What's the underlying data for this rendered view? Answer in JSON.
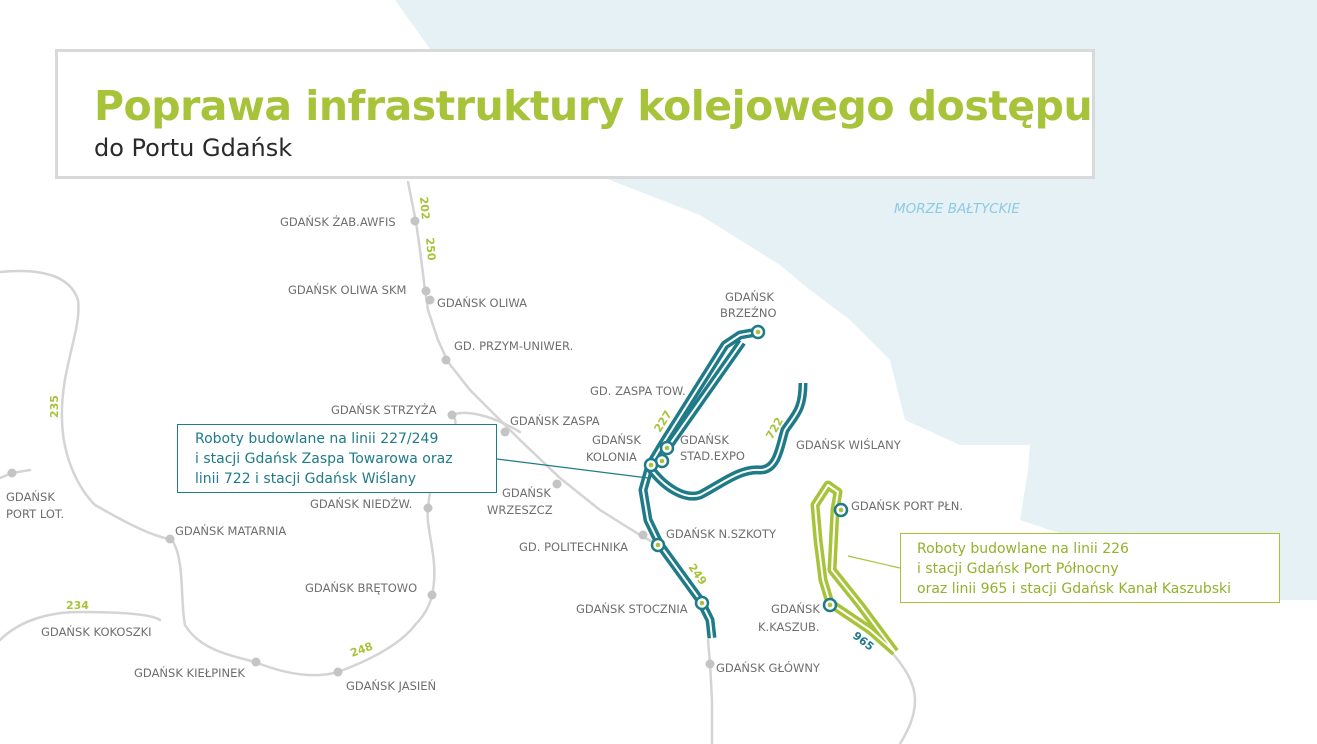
{
  "title": {
    "main": "Poprawa infrastruktury kolejowego dostępu",
    "sub": "do Portu Gdańsk"
  },
  "sea_label": "MORZE BAŁTYCKIE",
  "colors": {
    "teal": "#1f7b88",
    "green": "#a7c33a",
    "sea": "#e6f1f6",
    "gray_line": "#d4d4d4",
    "station_gray": "#c4c4c4"
  },
  "line_numbers": {
    "n202": "202",
    "n250": "250",
    "n235": "235",
    "n234": "234",
    "n248": "248",
    "n227": "227",
    "n722": "722",
    "n249": "249",
    "n965": "965"
  },
  "stations": {
    "zab_awfis": "GDAŃSK ŻAB.AWFIS",
    "oliwa_skm": "GDAŃSK OLIWA SKM",
    "oliwa": "GDAŃSK OLIWA",
    "przym": "GD. PRZYM-UNIWER.",
    "strzyza": "GDAŃSK STRZYŻA",
    "zaspa": "GDAŃSK ZASPA",
    "niedzw": "GDAŃSK NIEDŹW.",
    "wrzeszcz_1": "GDAŃSK",
    "wrzeszcz_2": "WRZESZCZ",
    "port_lot_1": "GDAŃSK",
    "port_lot_2": "PORT LOT.",
    "matarnia": "GDAŃSK MATARNIA",
    "bretowo": "GDAŃSK BRĘTOWO",
    "kokoszki": "GDAŃSK KOKOSZKI",
    "kielpinek": "GDAŃSK KIEŁPINEK",
    "jasien": "GDAŃSK JASIEŃ",
    "brzezno_1": "GDAŃSK",
    "brzezno_2": "BRZEŹNO",
    "zaspa_tow": "GD. ZASPA TOW.",
    "kolonia_1": "GDAŃSK",
    "kolonia_2": "KOLONIA",
    "stad_1": "GDAŃSK",
    "stad_2": "STAD.EXPO",
    "wislany": "GDAŃSK WIŚLANY",
    "nszkoty": "GDAŃSK N.SZKOTY",
    "politechnika": "GD. POLITECHNIKA",
    "stocznia": "GDAŃSK STOCZNIA",
    "glowny": "GDAŃSK GŁÓWNY",
    "port_pln": "GDAŃSK PORT PŁN.",
    "kaszub_1": "GDAŃSK",
    "kaszub_2": "K.KASZUB."
  },
  "callouts": {
    "teal": [
      "Roboty budowlane na linii 227/249",
      "i stacji Gdańsk Zaspa Towarowa oraz",
      "linii 722 i stacji Gdańsk Wiślany"
    ],
    "green": [
      "Roboty budowlane na linii 226",
      "i stacji Gdańsk Port Północny",
      "oraz linii 965 i stacji Gdańsk Kanał Kaszubski"
    ]
  }
}
